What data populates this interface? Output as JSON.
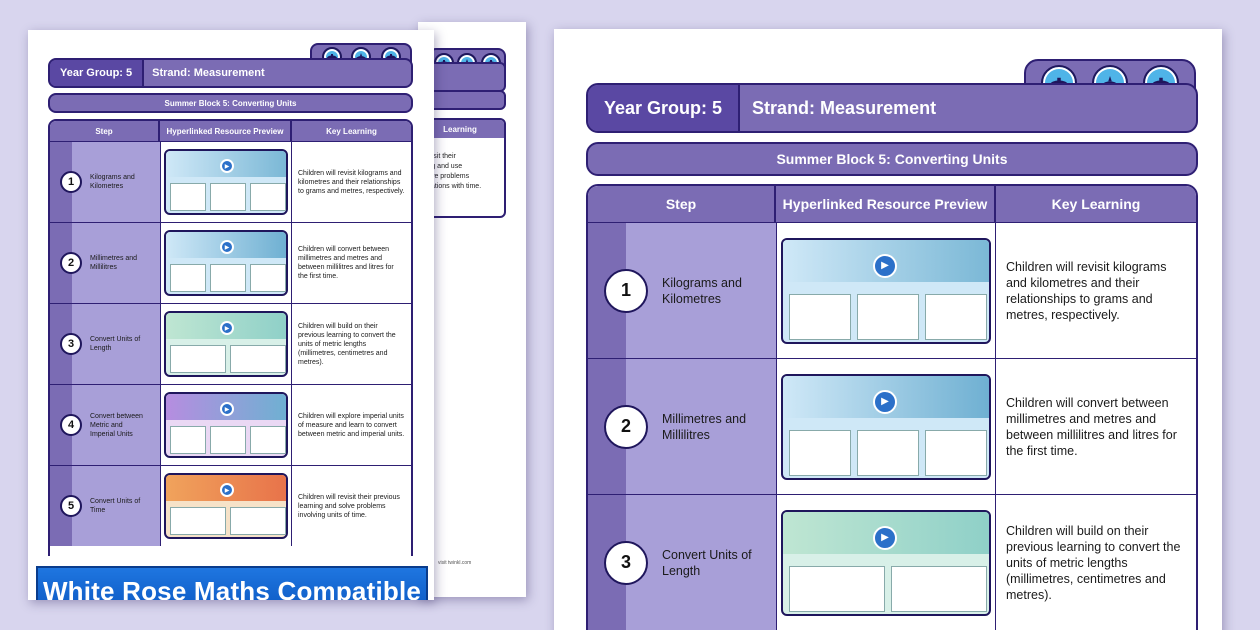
{
  "document": {
    "year_group": "Year Group: 5",
    "strand": "Strand: Measurement",
    "block": "Summer Block 5: Converting Units",
    "columns": [
      "Step",
      "Hyperlinked Resource Preview",
      "Key Learning"
    ],
    "steps": [
      {
        "number": "1",
        "title": "Kilograms and Kilometres",
        "key_learning": "Children will revisit kilograms and kilometres and their relationships to grams and metres, respectively."
      },
      {
        "number": "2",
        "title": "Millimetres and Millilitres",
        "key_learning": "Children will convert between millimetres and metres and between millilitres and litres for the first time."
      },
      {
        "number": "3",
        "title": "Convert Units of Length",
        "key_learning": "Children will build on their previous learning to convert the units of metric lengths (millimetres, centimetres and metres)."
      },
      {
        "number": "4",
        "title": "Convert between Metric and Imperial Units",
        "key_learning": "Children will explore imperial units of measure and learn to convert between metric and imperial units."
      },
      {
        "number": "5",
        "title": "Convert Units of Time",
        "key_learning": "Children will revisit their previous learning and solve problems involving units of time."
      }
    ],
    "back_page": {
      "column": "Learning",
      "text_lines": [
        "revisit their",
        "ning and use",
        "solve problems",
        "culations with time."
      ]
    },
    "footer_url": "visit twinkl.com"
  },
  "banner": {
    "label": "White Rose Maths Compatible"
  },
  "icons": [
    "submarine-icon",
    "shark-icon",
    "submarine-icon"
  ],
  "colors": {
    "purple": "#7b6cb4",
    "dark_purple": "#2e1f73",
    "light_purple": "#a89fd8",
    "banner_blue": "#1f76e0",
    "badge_blue": "#4fb4e8"
  }
}
